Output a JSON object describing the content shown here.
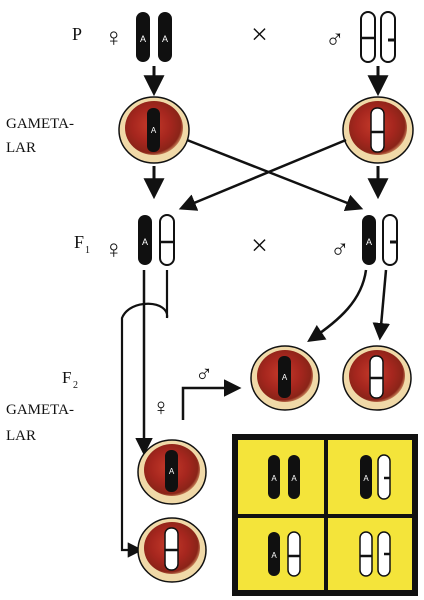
{
  "labels": {
    "parent_generation": "P",
    "cross_sign": "×",
    "gametes_line1": "GAMETA-",
    "gametes_line2": "LAR",
    "f1_base": "F",
    "f1_sub": "1",
    "f2_base": "F",
    "f2_sub": "2",
    "female_symbol": "♀",
    "male_symbol": "♂",
    "allele_mark": "A"
  },
  "colors": {
    "chromosome_dark": "#101010",
    "chromosome_light": "#ffffff",
    "punnett_fill": "#f4e43a",
    "punnett_border": "#111111",
    "cell_outer": "#f0d9a8",
    "cell_cytoplasm": "#a5261e",
    "cell_highlight": "#e8a070"
  },
  "punnett": {
    "rows": [
      [
        "dark+dark",
        "dark+light"
      ],
      [
        "dark+light",
        "light+light"
      ]
    ]
  }
}
